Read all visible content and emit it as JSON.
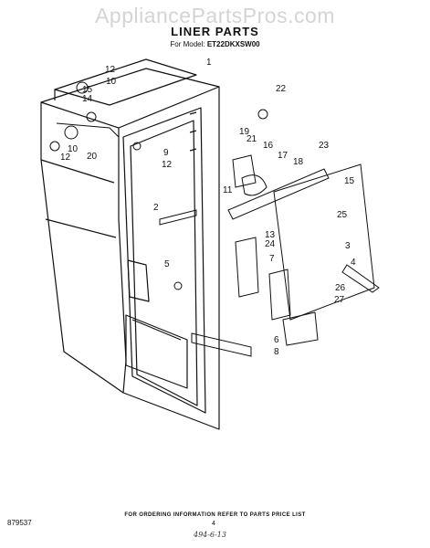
{
  "watermark": "AppliancePartsPros.com",
  "title": "LINER PARTS",
  "model_prefix": "For Model:",
  "model": "ET22DKXSW00",
  "callouts": [
    "1",
    "2",
    "3",
    "4",
    "5",
    "6",
    "7",
    "8",
    "9",
    "10",
    "11",
    "12",
    "13",
    "14",
    "15",
    "16",
    "17",
    "18",
    "19",
    "20",
    "21",
    "22",
    "23",
    "24",
    "25",
    "26",
    "27"
  ],
  "footer_note": "FOR ORDERING INFORMATION REFER TO PARTS PRICE LIST",
  "doc_number": "879537",
  "page_number": "4",
  "handwritten": "494-6-13"
}
